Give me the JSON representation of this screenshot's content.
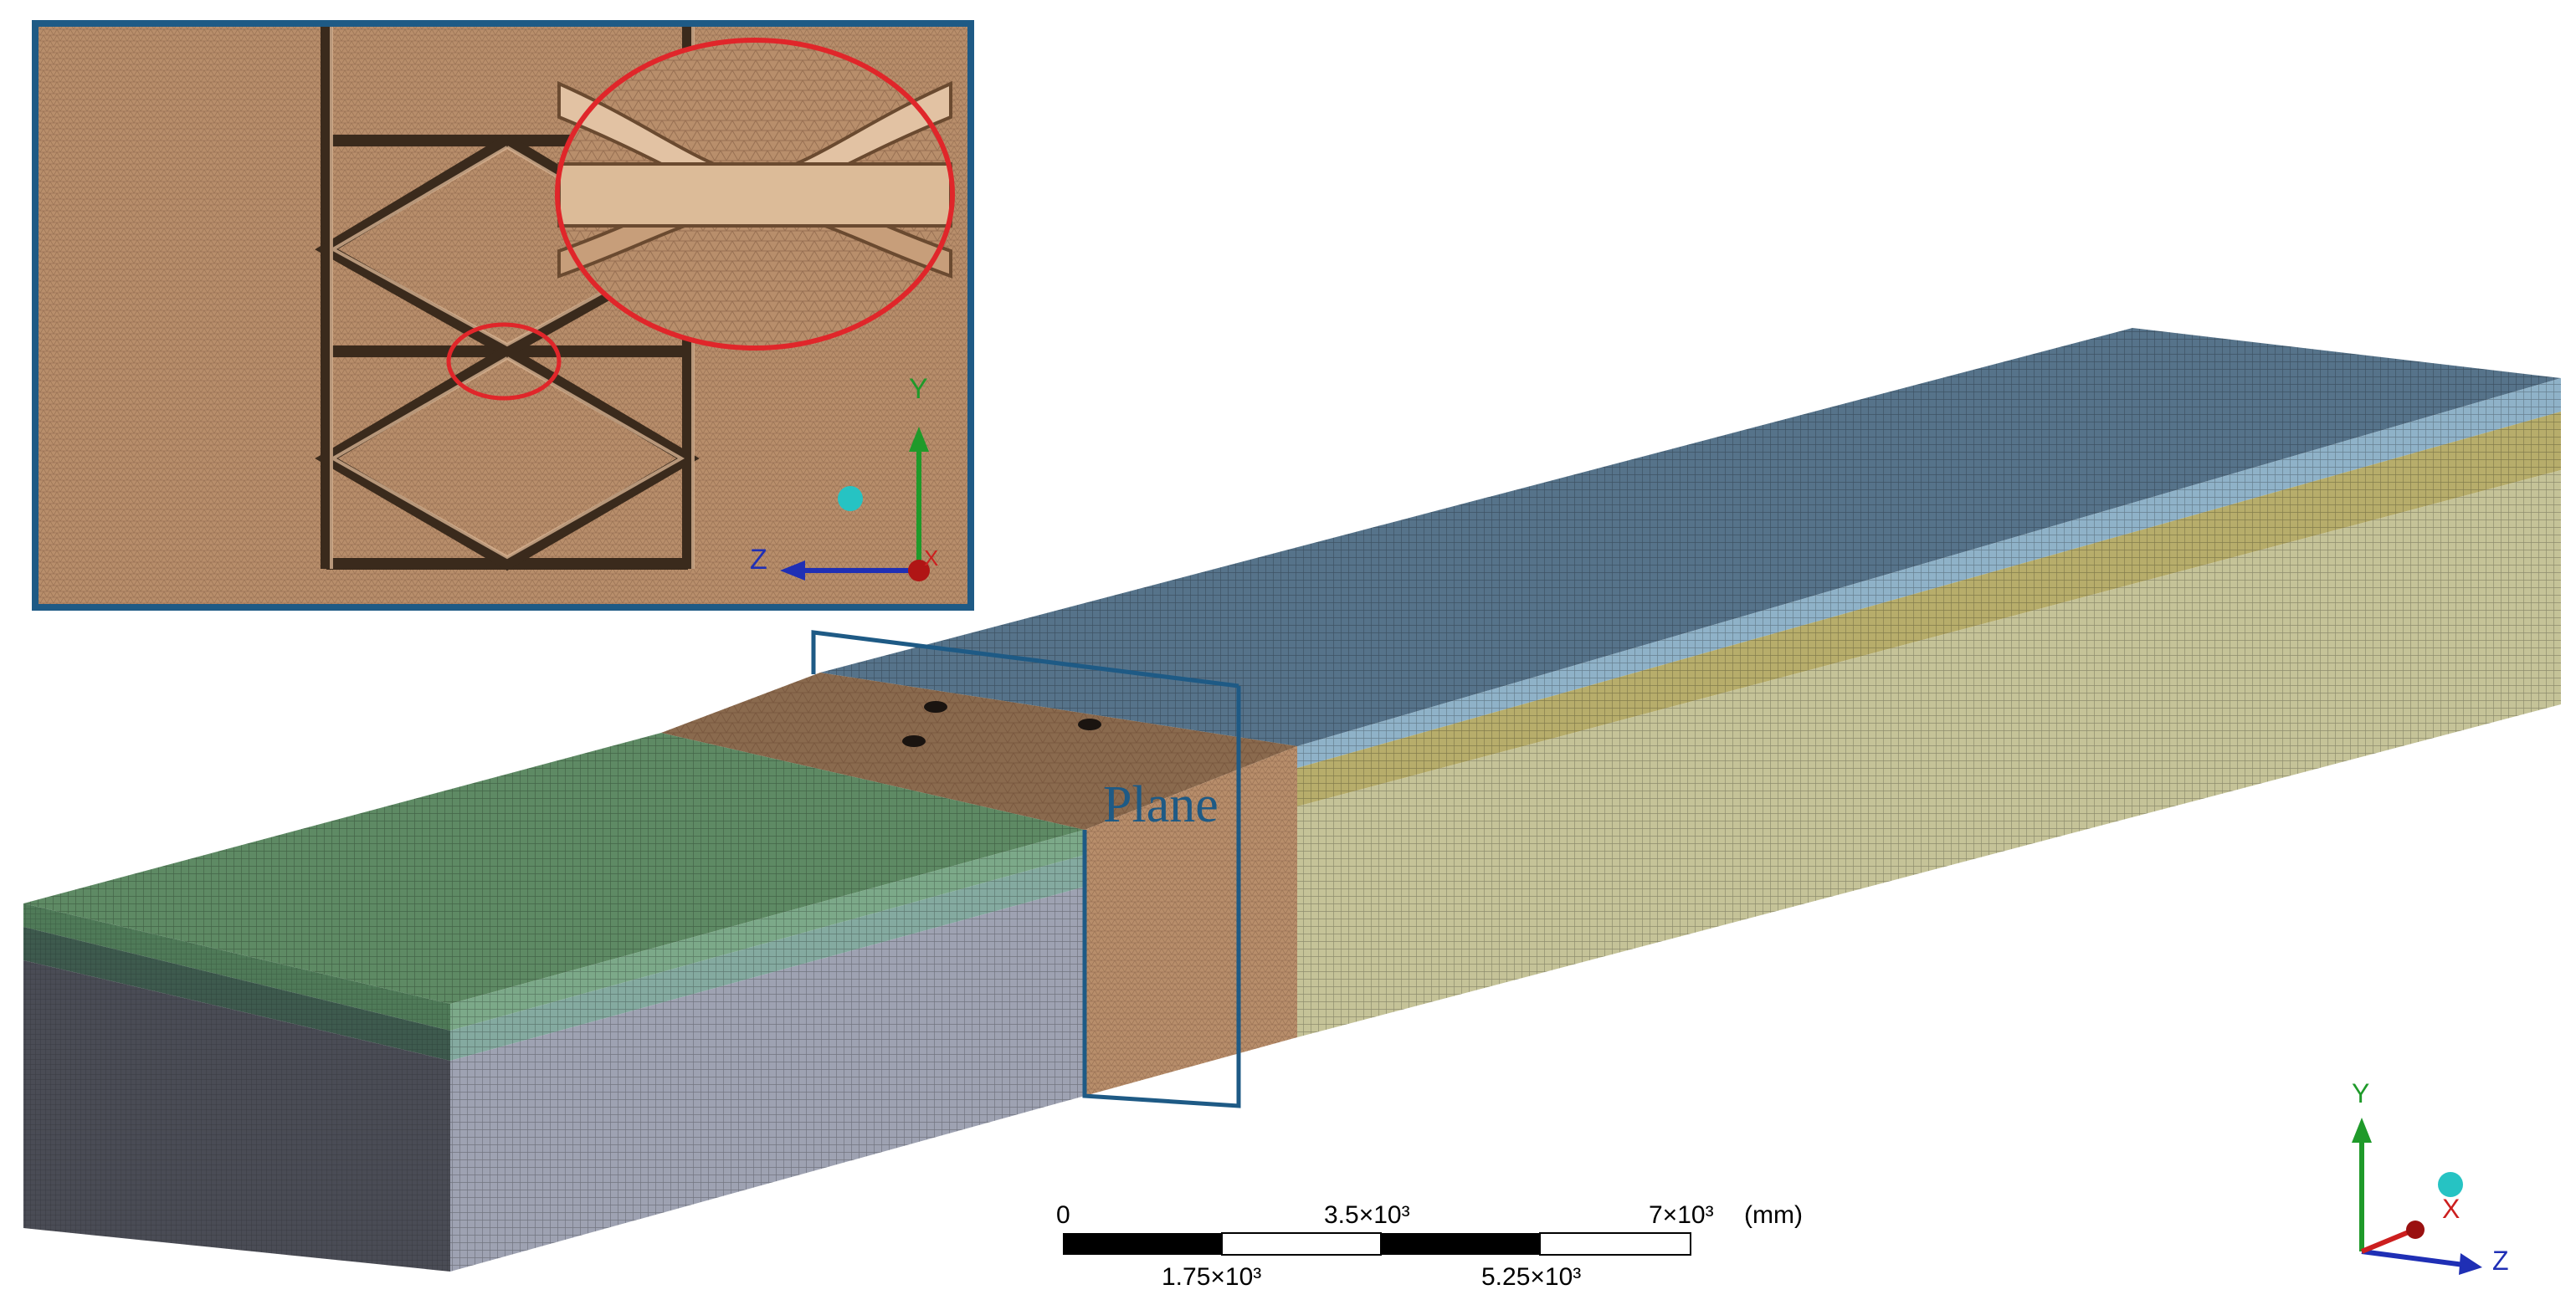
{
  "colors": {
    "top_green": "#4f7a58",
    "top_blue": "#56738a",
    "soil_tan": "#b88e6b",
    "layer_green": "#7ca989",
    "layer_dkgreen": "#3e5a4e",
    "layer_gray": "#8c8f9b",
    "layer_lightblue": "#8fb2c8",
    "layer_yellow": "#b7ad6b",
    "layer_khaki": "#c5c398",
    "dark_gray_face": "#4a4c55",
    "plane_frame": "#1e5a85",
    "callout_red": "#e0262a",
    "axis_x": "#cc1f1f",
    "axis_y": "#1f9a2a",
    "axis_z": "#1f2fb5",
    "sphere": "#26c3c3"
  },
  "plane": {
    "label": "Plane"
  },
  "scale_bar": {
    "unit": "(mm)",
    "top_labels": [
      "0",
      "3.5×10³",
      "7×10³"
    ],
    "bottom_labels": [
      "1.75×10³",
      "5.25×10³"
    ]
  },
  "axes_main": {
    "x": "X",
    "y": "Y",
    "z": "Z"
  },
  "axes_inset": {
    "x": "X",
    "y": "Y",
    "z": "Z"
  }
}
